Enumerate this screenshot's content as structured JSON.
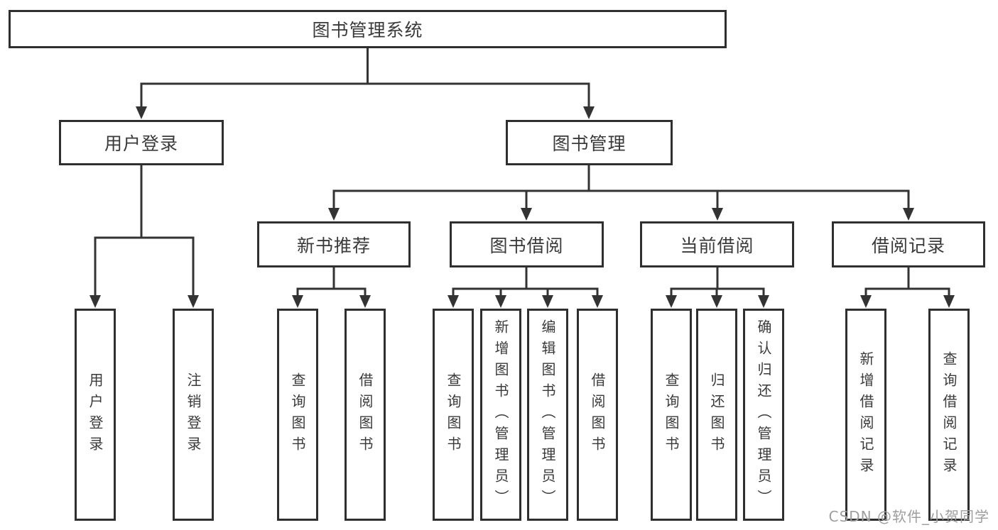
{
  "root": {
    "label": "图书管理系统",
    "children": [
      {
        "label": "用户登录",
        "children": [
          {
            "label": "用户登录"
          },
          {
            "label": "注销登录"
          }
        ]
      },
      {
        "label": "图书管理",
        "children": [
          {
            "label": "新书推荐",
            "children": [
              {
                "label": "查询图书"
              },
              {
                "label": "借阅图书"
              }
            ]
          },
          {
            "label": "图书借阅",
            "children": [
              {
                "label": "查询图书"
              },
              {
                "label": "新增图书（管理员）"
              },
              {
                "label": "编辑图书（管理员）"
              },
              {
                "label": "借阅图书"
              }
            ]
          },
          {
            "label": "当前借阅",
            "children": [
              {
                "label": "查询图书"
              },
              {
                "label": "归还图书"
              },
              {
                "label": "确认归还（管理员）"
              }
            ]
          },
          {
            "label": "借阅记录",
            "children": [
              {
                "label": "新增借阅记录"
              },
              {
                "label": "查询借阅记录"
              }
            ]
          }
        ]
      }
    ]
  },
  "watermark": "CSDN @软件_小贺同学",
  "style": {
    "line_color": "#333333",
    "box_border_color": "#2f2f2f",
    "text_color": "#3a3a3a",
    "watermark_color": "#9e9e9e",
    "background_color": "#ffffff"
  }
}
